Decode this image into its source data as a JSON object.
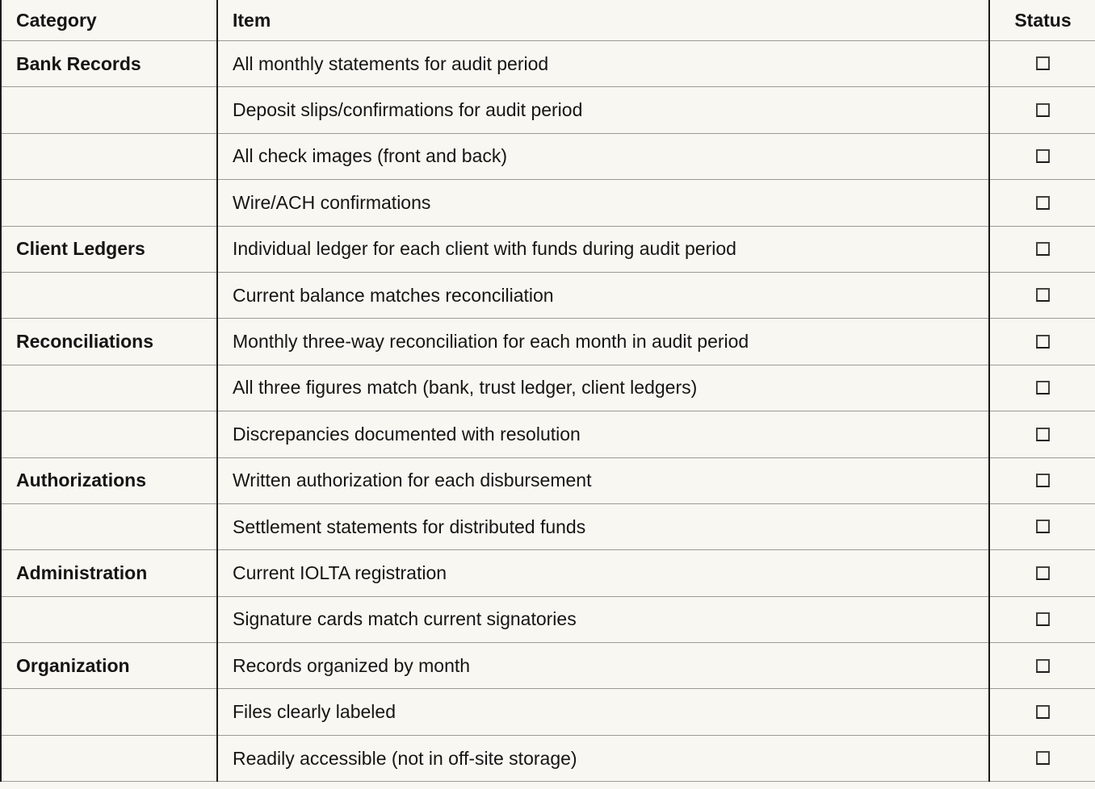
{
  "table": {
    "headers": {
      "category": "Category",
      "item": "Item",
      "status": "Status"
    },
    "rows": [
      {
        "category": "Bank Records",
        "item": "All monthly statements for audit period",
        "checked": false
      },
      {
        "category": "",
        "item": "Deposit slips/confirmations for audit period",
        "checked": false
      },
      {
        "category": "",
        "item": "All check images (front and back)",
        "checked": false
      },
      {
        "category": "",
        "item": "Wire/ACH confirmations",
        "checked": false
      },
      {
        "category": "Client Ledgers",
        "item": "Individual ledger for each client with funds during audit period",
        "checked": false
      },
      {
        "category": "",
        "item": "Current balance matches reconciliation",
        "checked": false
      },
      {
        "category": "Reconciliations",
        "item": "Monthly three-way reconciliation for each month in audit period",
        "checked": false
      },
      {
        "category": "",
        "item": "All three figures match (bank, trust ledger, client ledgers)",
        "checked": false
      },
      {
        "category": "",
        "item": "Discrepancies documented with resolution",
        "checked": false
      },
      {
        "category": "Authorizations",
        "item": "Written authorization for each disbursement",
        "checked": false
      },
      {
        "category": "",
        "item": "Settlement statements for distributed funds",
        "checked": false
      },
      {
        "category": "Administration",
        "item": "Current IOLTA registration",
        "checked": false
      },
      {
        "category": "",
        "item": "Signature cards match current signatories",
        "checked": false
      },
      {
        "category": "Organization",
        "item": "Records organized by month",
        "checked": false
      },
      {
        "category": "",
        "item": "Files clearly labeled",
        "checked": false
      },
      {
        "category": "",
        "item": "Readily accessible (not in off-site storage)",
        "checked": false
      }
    ],
    "checkbox_state_glyph": "unchecked"
  },
  "colors": {
    "background": "#f8f7f2",
    "text": "#161513",
    "column_separator": "#1b1b1b",
    "row_separator": "#9b9a95",
    "checkbox_border": "#45423d"
  }
}
